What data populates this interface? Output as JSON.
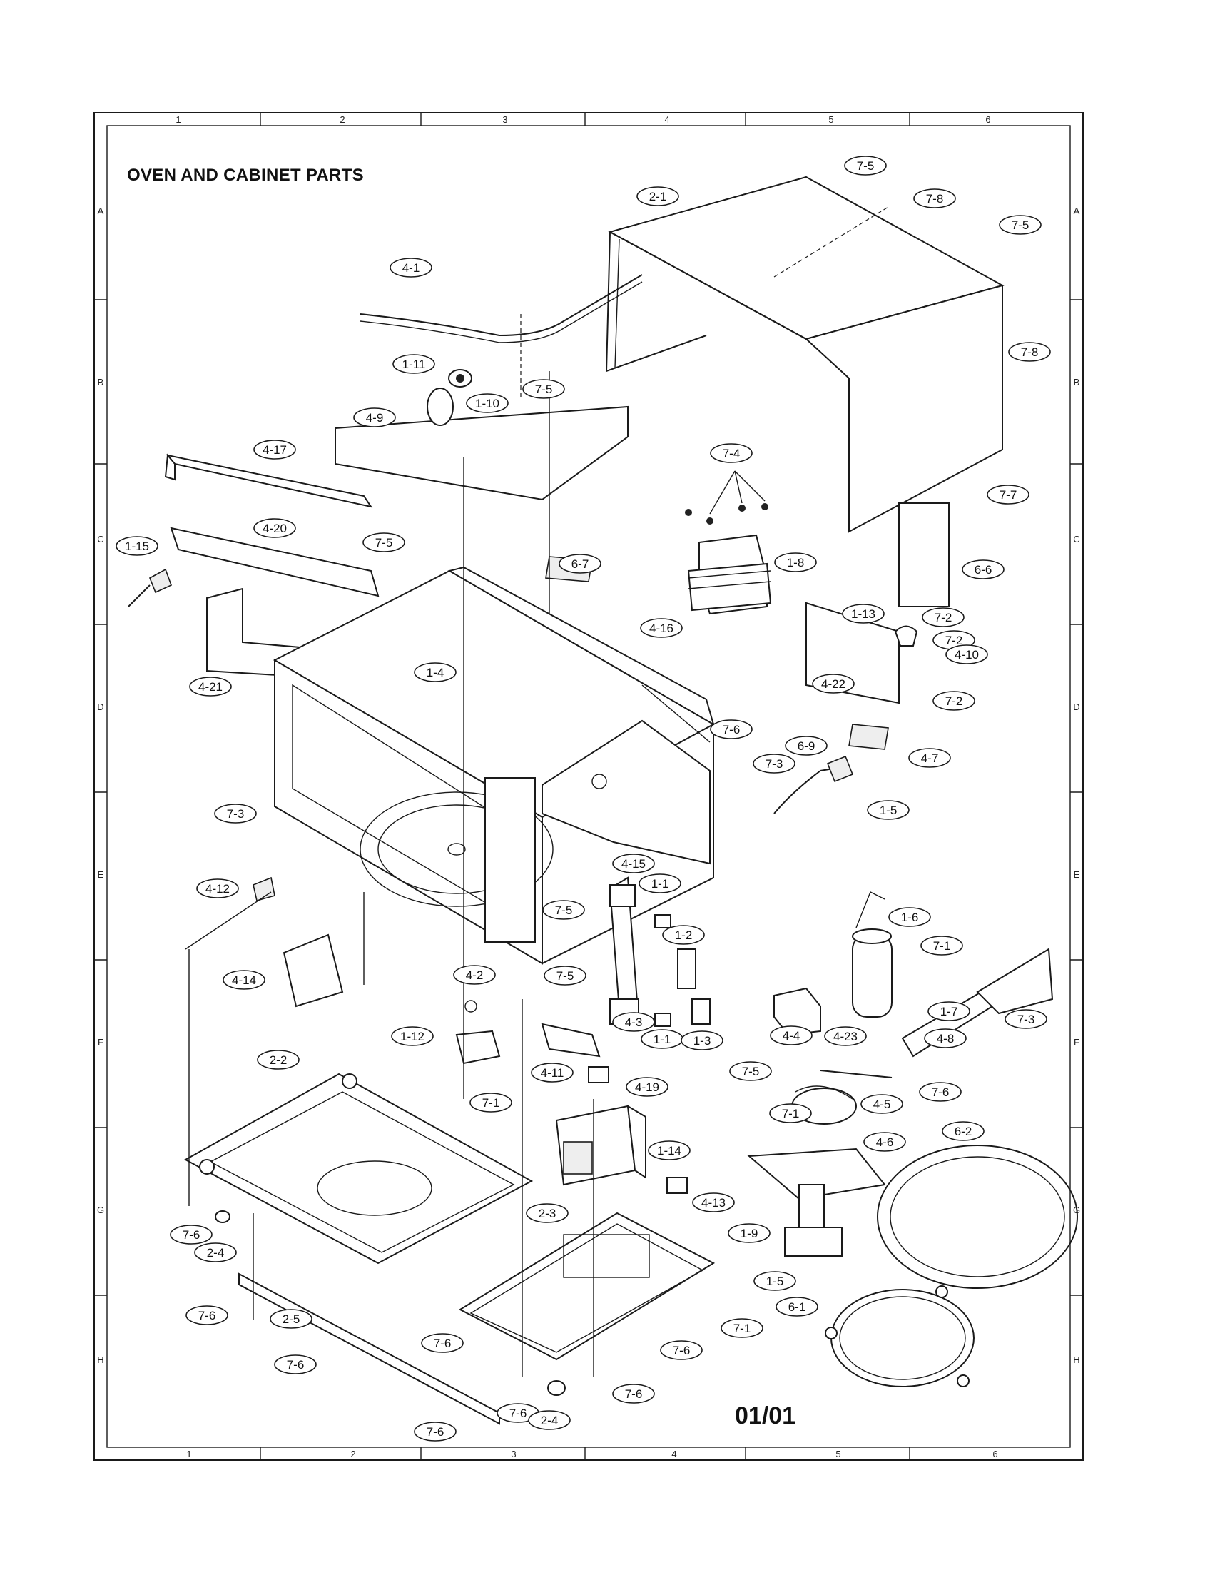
{
  "title": "OVEN AND CABINET PARTS",
  "page_number": "01/01",
  "grid": {
    "columns": [
      "1",
      "2",
      "3",
      "4",
      "5",
      "6"
    ],
    "rows": [
      "A",
      "B",
      "C",
      "D",
      "E",
      "F",
      "G",
      "H"
    ]
  },
  "callouts": [
    "7-5",
    "7-8",
    "2-1",
    "7-5",
    "4-1",
    "7-8",
    "1-11",
    "1-10",
    "7-5",
    "4-9",
    "4-17",
    "7-4",
    "7-7",
    "4-20",
    "1-15",
    "7-5",
    "6-7",
    "1-8",
    "6-6",
    "7-2",
    "4-16",
    "1-13",
    "7-2",
    "4-10",
    "1-4",
    "4-21",
    "4-22",
    "7-2",
    "7-6",
    "6-9",
    "7-3",
    "4-7",
    "7-3",
    "1-5",
    "4-15",
    "4-12",
    "7-5",
    "1-1",
    "1-6",
    "7-1",
    "7-5",
    "1-2",
    "4-14",
    "4-2",
    "1-7",
    "4-3",
    "4-4",
    "7-3",
    "1-12",
    "1-1",
    "1-3",
    "4-8",
    "4-11",
    "4-23",
    "2-2",
    "7-5",
    "7-6",
    "4-19",
    "4-5",
    "7-1",
    "7-1",
    "4-6",
    "6-2",
    "1-14",
    "7-6",
    "2-4",
    "4-13",
    "2-3",
    "1-9",
    "1-5",
    "7-6",
    "2-5",
    "6-1",
    "7-1",
    "7-6",
    "7-6",
    "7-6",
    "7-6",
    "7-6",
    "2-4",
    "7-6"
  ]
}
